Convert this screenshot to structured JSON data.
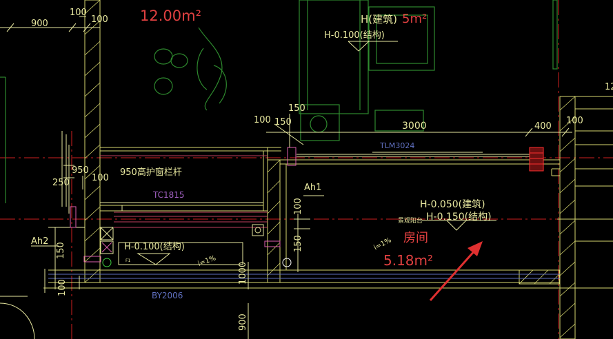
{
  "colors": {
    "background": "#000000",
    "dimension_yellow": "#e9e9a0",
    "wall_yellow": "#d8d870",
    "axis_red": "#d02020",
    "room_text_red": "#e04040",
    "label_magenta": "#a060c0",
    "label_blue": "#6070c0",
    "arrow_red": "#e03030",
    "furniture_green": "#2e8a2e",
    "pink_marker": "#e060b0"
  },
  "dimensions": {
    "d900_top": "900",
    "d100_top_a": "100",
    "d100_top_b": "100",
    "d150_top": "150",
    "d100_left_mid": "100",
    "d150_mid": "150",
    "d3000": "3000",
    "d400": "400",
    "d100_right": "100",
    "d950": "950",
    "d250": "250",
    "d100_side": "100",
    "d100_vert": "100",
    "d150_vert": "150",
    "d1000_vert": "1000",
    "d150_left": "150",
    "d100_bottom": "100",
    "d900_bottom": "900",
    "d12_right": "12"
  },
  "labels": {
    "top_area": "12.00m²",
    "top_height_arch": "H(建筑)",
    "top_area_partial": "5m²",
    "top_height_struct": "H-0.100(结构)",
    "rail": "950高护窗栏杆",
    "window_tc": "TC1815",
    "door_tlm": "TLM3024",
    "ah1": "Ah1",
    "ah2": "Ah2",
    "height_arch": "H-0.050(建筑)",
    "height_struct": "H-0.150(结构)",
    "balcony_label": "景观阳台",
    "room_name": "房间",
    "room_area": "5.18m²",
    "left_height_struct": "H-0.100(结构)",
    "slope_a": "i=1%",
    "slope_b": "i=1%",
    "by_label": "BY2006",
    "f1": "F1"
  }
}
